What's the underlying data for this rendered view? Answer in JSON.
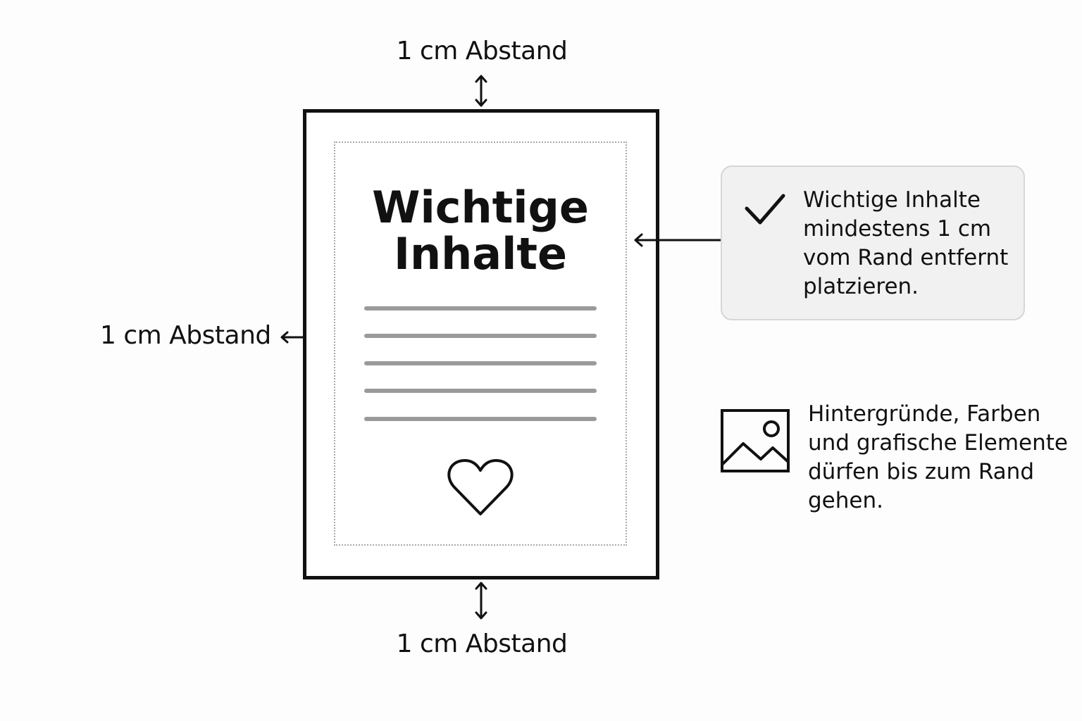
{
  "margin_labels": {
    "top": "1 cm Abstand",
    "left": "1 cm Abstand",
    "bottom": "1 cm Abstand"
  },
  "document": {
    "title_line1": "Wichtige",
    "title_line2": "Inhalte",
    "placeholder_text_lines": 5,
    "bottom_icon": "heart-icon"
  },
  "notes": {
    "safe_zone": {
      "icon": "checkmark-icon",
      "text": "Wichtige Inhalte mindestens 1 cm vom Rand entfernt platzieren."
    },
    "bleed": {
      "icon": "image-icon",
      "text": "Hintergründe, Farben und grafische Elemente dürfen bis zum Rand gehen."
    }
  },
  "colors": {
    "outline": "#111111",
    "safe_zone_border": "#a9a9a9",
    "text_line": "#9a9a9a",
    "info_box_background": "#f1f1f1"
  }
}
